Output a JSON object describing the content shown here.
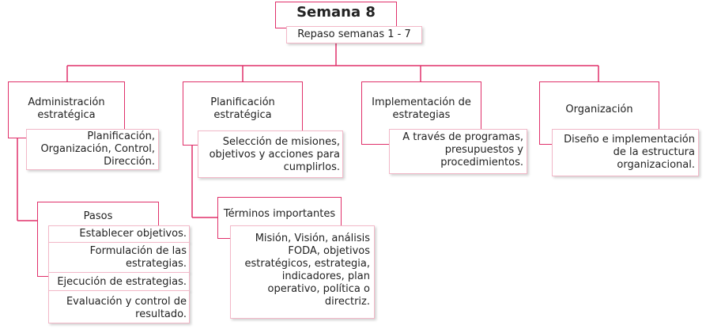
{
  "root": {
    "title": "Semana 8",
    "subtitle": "Repaso semanas  1 - 7"
  },
  "branches": [
    {
      "heading": "Administración estratégica",
      "detail": "Planificación, Organización, Control, Dirección.",
      "sub": {
        "heading": "Pasos",
        "items": [
          "Establecer objetivos.",
          "Formulación de las estrategias.",
          "Ejecución de estrategias.",
          "Evaluación y control de resultado."
        ]
      }
    },
    {
      "heading": "Planificación estratégica",
      "detail": "Selección de misiones, objetivos y acciones para cumplirlos.",
      "sub": {
        "heading": "Términos importantes",
        "detail": "Misión, Visión, análisis FODA, objetivos estratégicos, estrategia, indicadores, plan operativo, política o directriz."
      }
    },
    {
      "heading": "Implementación de estrategias",
      "detail": "A través de programas, presupuestos y procedimientos."
    },
    {
      "heading": "Organización",
      "detail": "Diseño e implementación de la estructura organizacional."
    }
  ],
  "colors": {
    "frame": "#e0306a",
    "card_border": "#f2b8c8"
  }
}
